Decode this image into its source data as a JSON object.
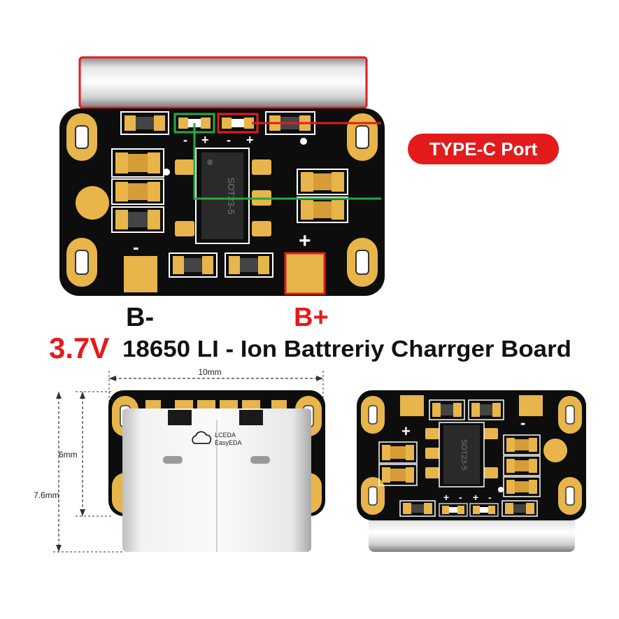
{
  "labels": {
    "type_c_port": "TYPE-C Port",
    "b_minus": "B-",
    "b_plus": "B+",
    "voltage": "3.7V",
    "title": "18650 LI - Ion Battreriy Charrger Board",
    "width_dim": "10mm",
    "height_inner": "6mm",
    "height_outer": "7.6mm",
    "minus_mark": "-",
    "plus_mark": "+",
    "chip_code": "SOT23-5",
    "brand_line1": "LCEDA",
    "brand_line2": "EasyEDA"
  },
  "colors": {
    "pcb": "#0d0d0d",
    "gold": "#e8b54a",
    "red": "#e31b1b",
    "green": "#27a845",
    "silver": "#d9d9d9",
    "text": "#111111"
  },
  "icons": {
    "brand": "cloud-icon"
  }
}
